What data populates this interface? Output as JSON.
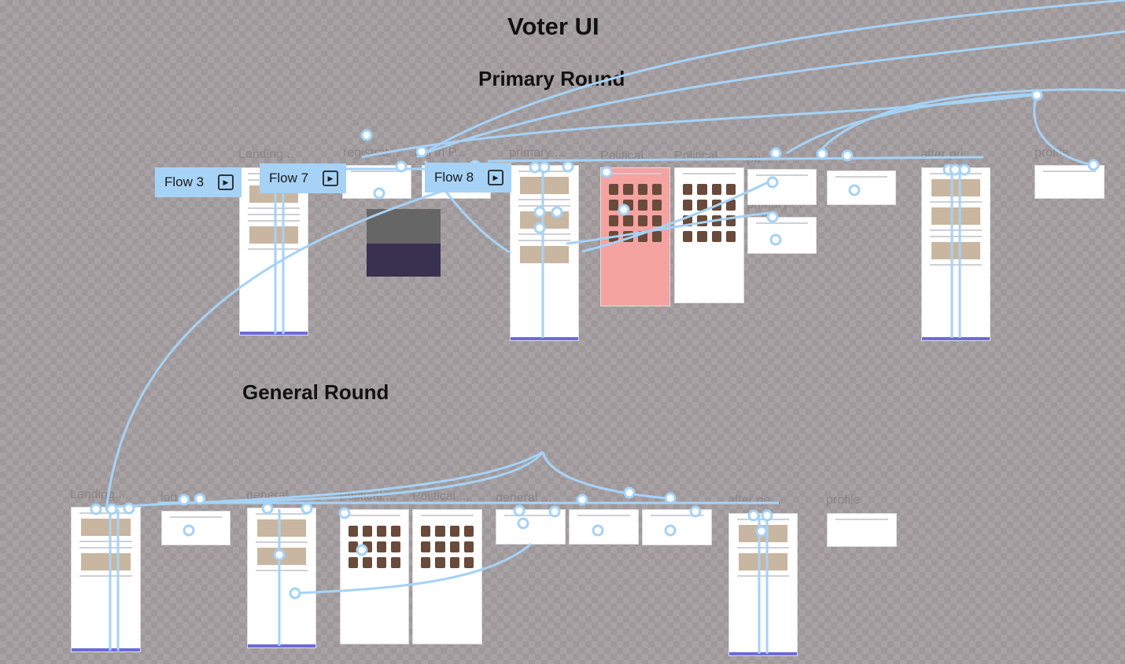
{
  "titles": {
    "main": "Voter UI",
    "primary": "Primary Round",
    "general": "General Round"
  },
  "flows": [
    "Flow 3",
    "Flow 7",
    "Flow 8"
  ],
  "primary_frames": [
    "Landing...",
    "registrat...",
    "log in  P...",
    "primary ...",
    "Political ...",
    "Political ...",
    "pri... ...",
    "primary ...",
    "after pri...",
    "profile"
  ],
  "general_frames": [
    "Landing...",
    "log...",
    "general ...",
    "Political ...",
    "Political ...",
    "general ...",
    "...",
    "...",
    "after ge...",
    "profile"
  ],
  "ellipsis": "...",
  "colors": {
    "connector": "#a6d2f6",
    "canvas": "#a8a2a4",
    "accent": "#6b6bd8",
    "highlight_frame": "#f4a3a0"
  },
  "icons": {
    "flow": "flow-play-icon"
  }
}
